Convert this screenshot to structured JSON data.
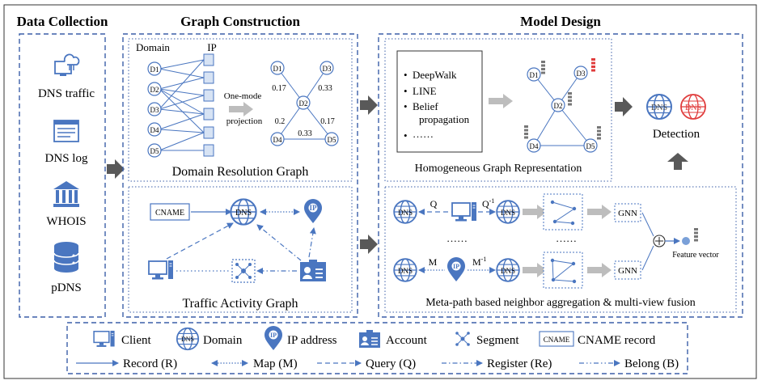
{
  "sections": {
    "data_collection": "Data Collection",
    "graph_construction": "Graph Construction",
    "model_design": "Model Design"
  },
  "data_sources": [
    "DNS traffic",
    "DNS log",
    "WHOIS",
    "pDNS"
  ],
  "domain_resolution": {
    "col_domain": "Domain",
    "col_ip": "IP",
    "domains": [
      "D1",
      "D2",
      "D3",
      "D4",
      "D5"
    ],
    "projection_label_1": "One-mode",
    "projection_label_2": "projection",
    "weights": [
      "0.17",
      "0.33",
      "0.2",
      "0.17",
      "0.33"
    ],
    "title": "Domain Resolution Graph"
  },
  "traffic_activity": {
    "cname": "CNAME",
    "dns": "DNS",
    "ip": "IP",
    "title": "Traffic Activity Graph"
  },
  "homogeneous": {
    "methods": [
      "DeepWalk",
      "LINE",
      "Belief",
      "propagation",
      "……"
    ],
    "title": "Homogeneous Graph Representation",
    "nodes": [
      "D1",
      "D2",
      "D3",
      "D4",
      "D5"
    ]
  },
  "detection": {
    "label": "Detection",
    "dns_label": "DNS"
  },
  "metapath": {
    "q": "Q",
    "q_inv": "Q",
    "m": "M",
    "m_inv": "M",
    "inv_sup": "-1",
    "dots": "……",
    "gnn": "GNN",
    "feature_vector": "Feature vector",
    "title": "Meta-path based neighbor aggregation & multi-view fusion",
    "ip": "IP",
    "dns": "DNS",
    "plus": "+"
  },
  "legend": {
    "client": "Client",
    "domain": "Domain",
    "ip_address": "IP address",
    "account": "Account",
    "segment": "Segment",
    "cname_box": "CNAME",
    "cname_record": "CNAME record",
    "dns": "DNS",
    "ip": "IP",
    "record": "Record (R)",
    "map": "Map (M)",
    "query": "Query (Q)",
    "register": "Register (Re)",
    "belong": "Belong (B)"
  },
  "colors": {
    "blue": "#4a76c0",
    "dashed_border": "#3b5fa8",
    "gray_arrow": "#bdbdbd",
    "dark_arrow": "#555555",
    "red": "#e03c3c",
    "light_blue_fill": "#d7e3f4"
  }
}
